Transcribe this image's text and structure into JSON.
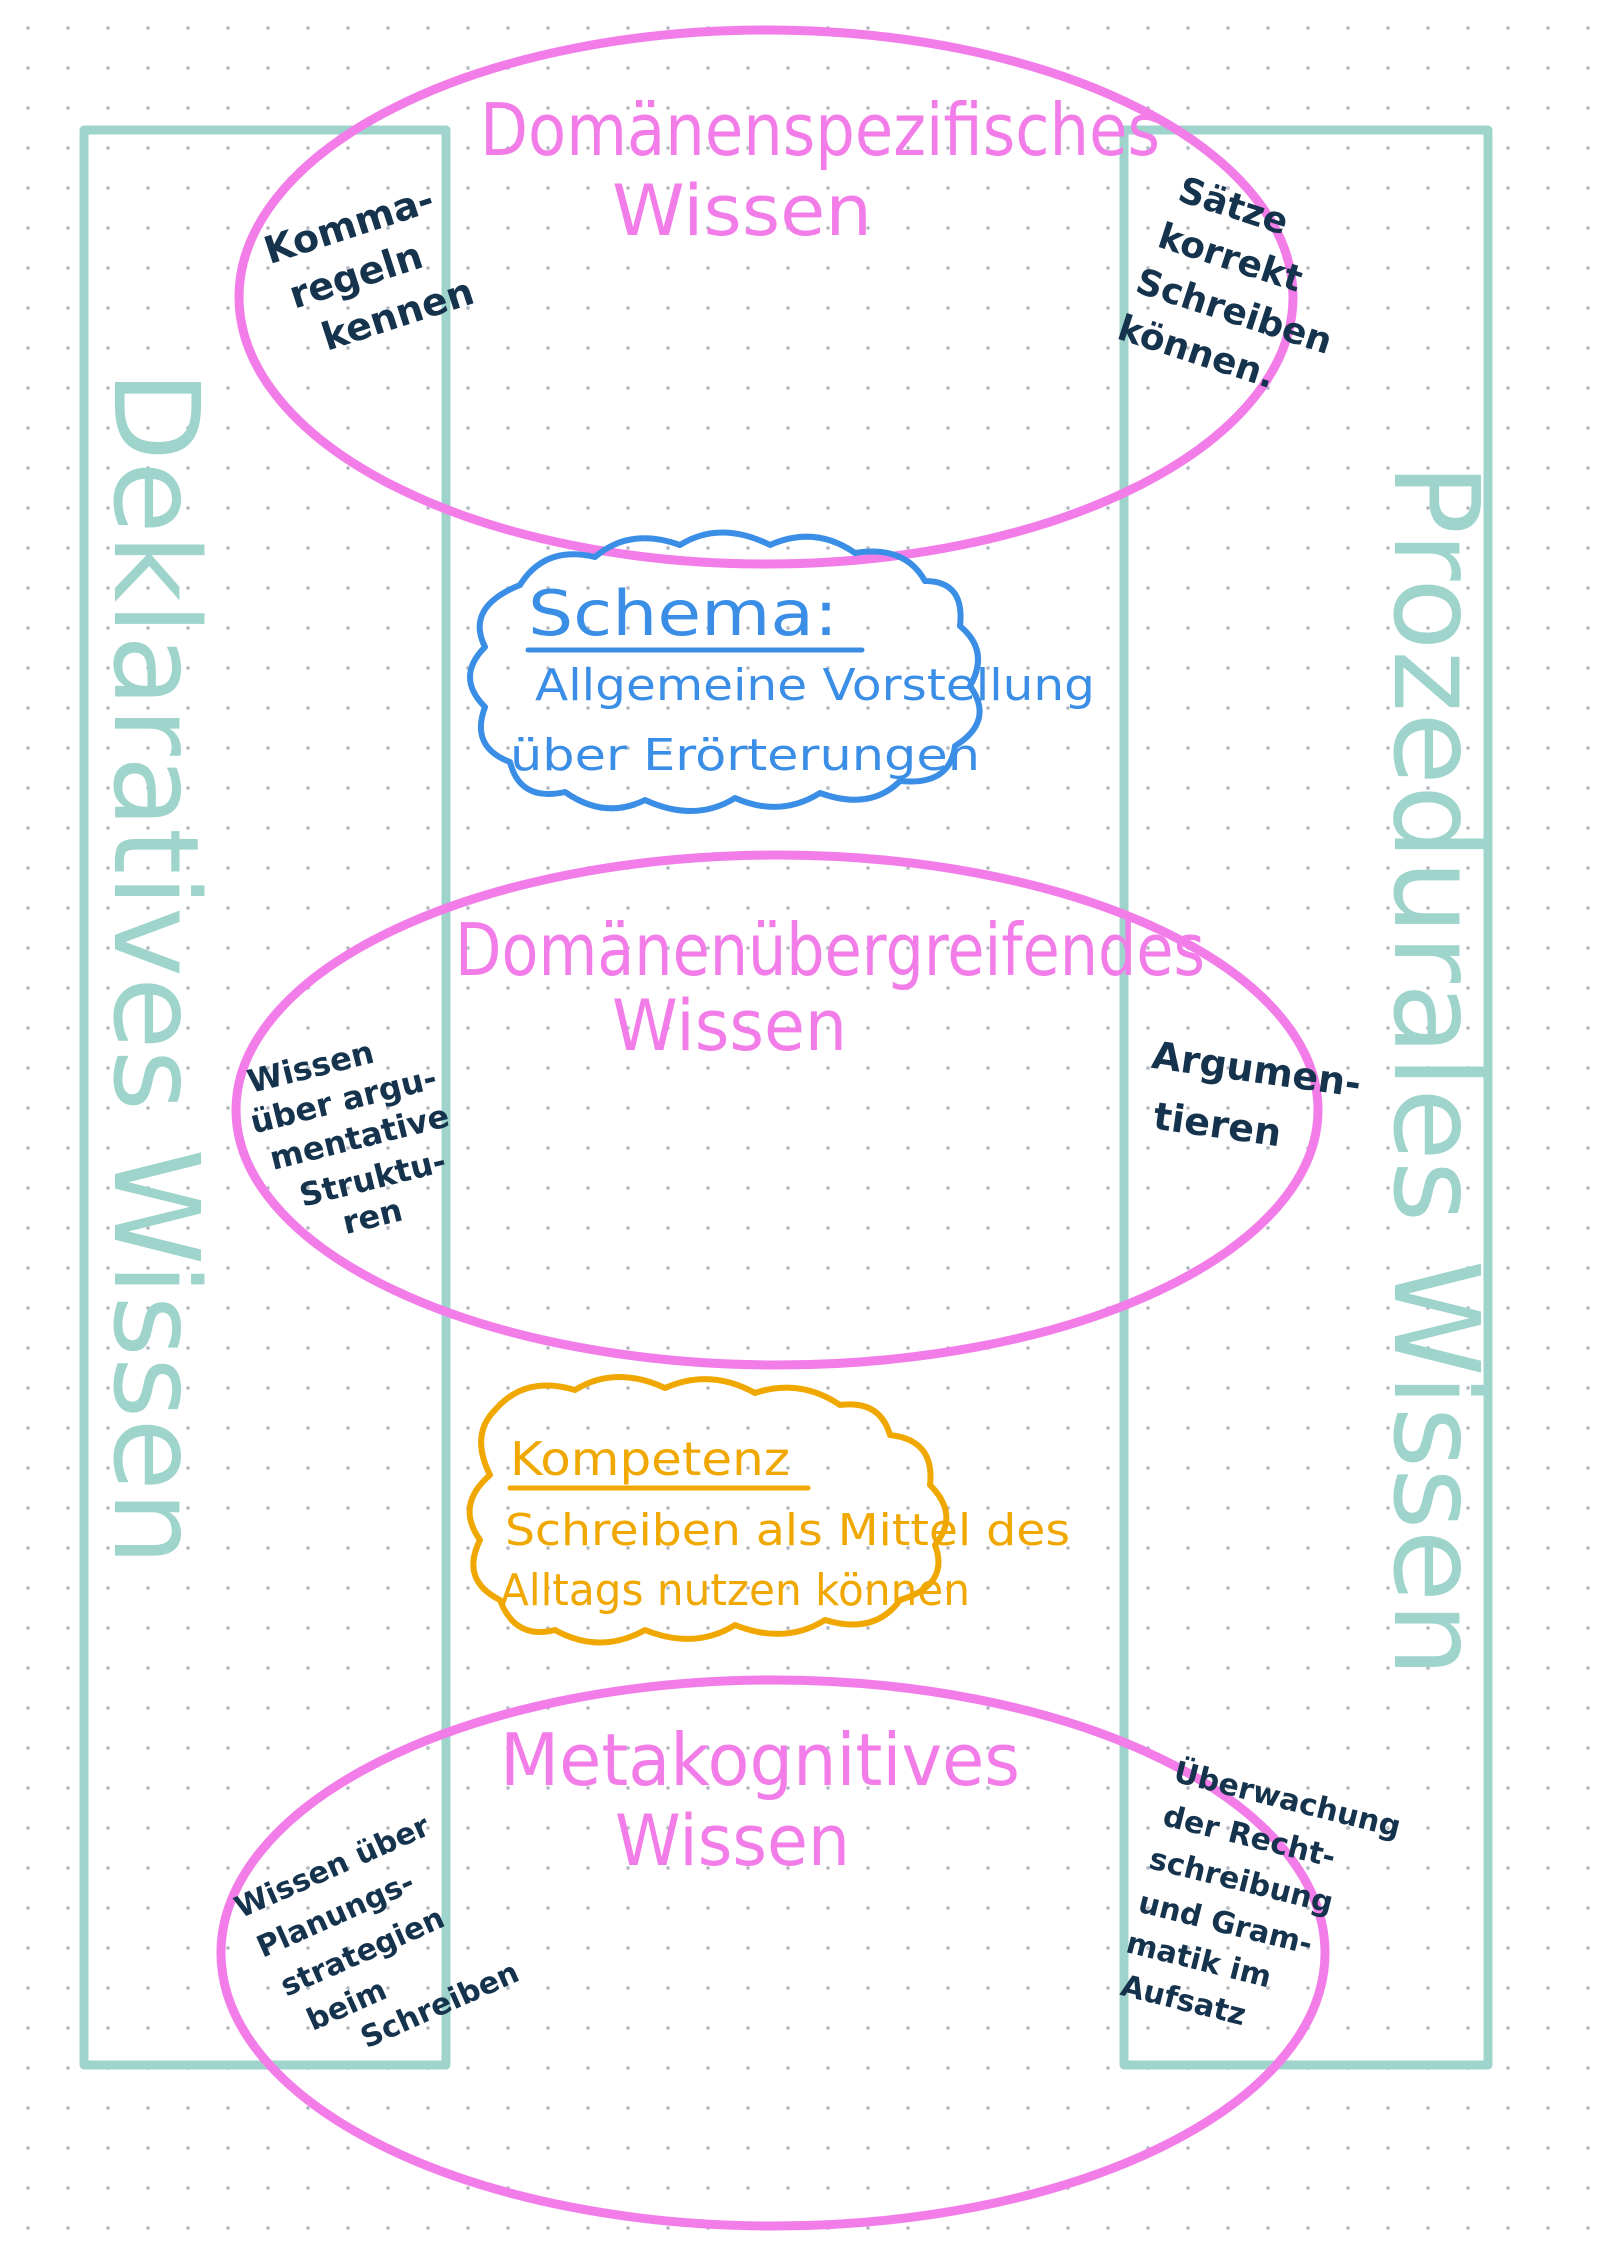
{
  "colors": {
    "category_box": "#9ed4cb",
    "knowledge_ellipse": "#f27de8",
    "example_text": "#15334d",
    "schema_cloud": "#3b8ee6",
    "kompetenz_cloud": "#f0a800",
    "background_dots": "#b7bcc4"
  },
  "side_labels": {
    "left": "Deklaratives Wissen",
    "right": "Prozedurales Wissen"
  },
  "domain_specific": {
    "title_line1": "Domänenspezifisches",
    "title_line2": "Wissen",
    "left_note": [
      "Komma-",
      "regeln",
      "kennen"
    ],
    "right_note": [
      "Sätze",
      "korrekt",
      "Schreiben",
      "können."
    ]
  },
  "schema_cloud": {
    "heading": "Schema:",
    "line1": "Allgemeine Vorstellung",
    "line2": "über Erörterungen"
  },
  "cross_domain": {
    "title_line1": "Domänenübergreifendes",
    "title_line2": "Wissen",
    "left_note": [
      "Wissen",
      "über argu-",
      "mentative",
      "Struktu-",
      "ren"
    ],
    "right_note": [
      "Argumen-",
      "tieren"
    ]
  },
  "kompetenz_cloud": {
    "heading": "Kompetenz",
    "line1": "Schreiben als Mittel des",
    "line2": "Alltags nutzen können"
  },
  "metacognitive": {
    "title_line1": "Metakognitives",
    "title_line2": "Wissen",
    "left_note": [
      "Wissen über",
      "Planungs-",
      "strategien",
      "beim",
      "Schreiben"
    ],
    "right_note": [
      "Überwachung",
      "der Recht-",
      "schreibung",
      "und Gram-",
      "matik im",
      "Aufsatz"
    ]
  }
}
